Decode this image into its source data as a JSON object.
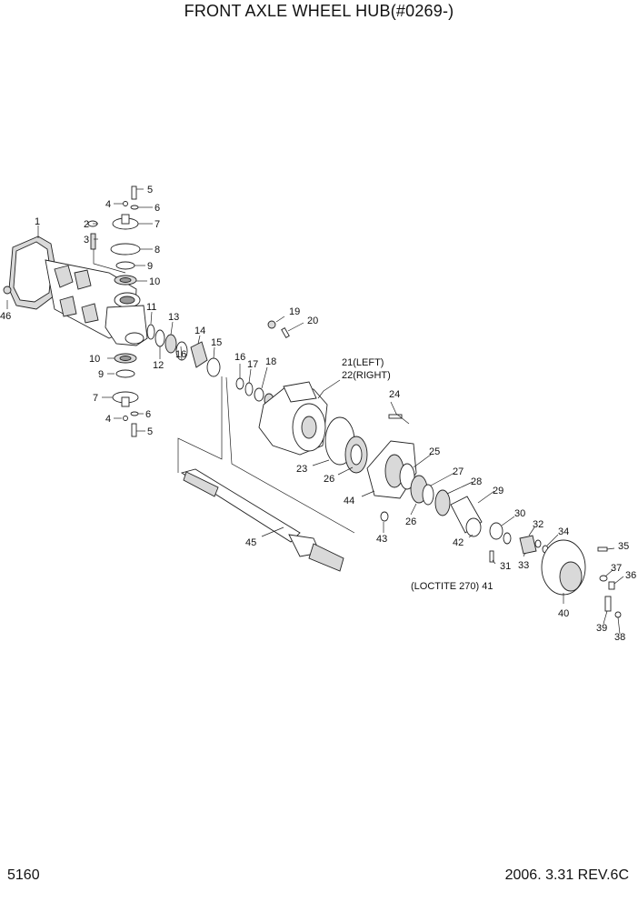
{
  "title": "FRONT AXLE WHEEL HUB(#0269-)",
  "page_number": "5160",
  "revision": "2006. 3.31  REV.6C",
  "callouts": {
    "c1": "1",
    "c2": "2",
    "c3": "3",
    "c4a": "4",
    "c4b": "4",
    "c5a": "5",
    "c5b": "5",
    "c6a": "6",
    "c6b": "6",
    "c7a": "7",
    "c7b": "7",
    "c8": "8",
    "c9a": "9",
    "c9b": "9",
    "c10a": "10",
    "c10b": "10",
    "c11": "11",
    "c12": "12",
    "c13": "13",
    "c14": "14",
    "c15": "15",
    "c16a": "16",
    "c16b": "16",
    "c17": "17",
    "c18": "18",
    "c19": "19",
    "c20": "20",
    "c21": "21(LEFT)",
    "c22": "22(RIGHT)",
    "c23": "23",
    "c24": "24",
    "c25": "25",
    "c26a": "26",
    "c26b": "26",
    "c27": "27",
    "c28": "28",
    "c29": "29",
    "c30": "30",
    "c31": "31",
    "c32": "32",
    "c33": "33",
    "c34": "34",
    "c35": "35",
    "c36": "36",
    "c37": "37",
    "c38": "38",
    "c39": "39",
    "c40": "40",
    "c41": "(LOCTITE 270) 41",
    "c42": "42",
    "c43": "43",
    "c44": "44",
    "c45": "45",
    "c46": "46"
  }
}
